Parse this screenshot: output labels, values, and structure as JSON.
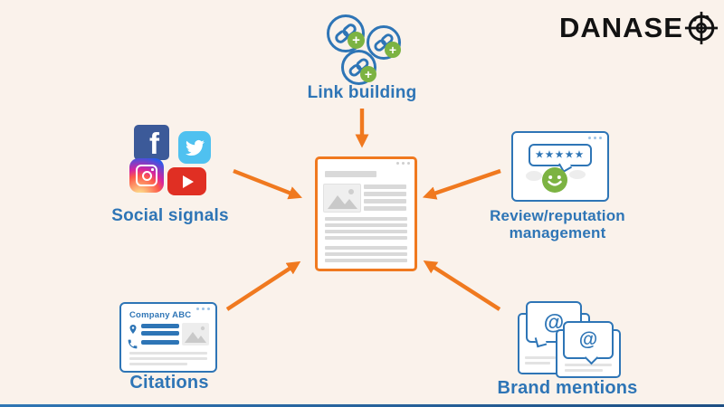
{
  "logo": {
    "text": "DANASE",
    "icon": "target-crosshair"
  },
  "nodes": {
    "link_building": {
      "label": "Link building"
    },
    "social_signals": {
      "label": "Social signals"
    },
    "review_reputation": {
      "label_line1": "Review/reputation",
      "label_line2": "management",
      "stars": "★★★★★"
    },
    "citations": {
      "label": "Citations",
      "listing_title": "Company ABC"
    },
    "brand_mentions": {
      "label": "Brand mentions",
      "at_symbol": "@"
    }
  },
  "glyphs": {
    "plus": "+",
    "facebook_f": "f"
  },
  "colors": {
    "background": "#FAF2EB",
    "arrow_orange": "#F0791F",
    "diagram_blue": "#2E75B6",
    "badge_green": "#7CB342",
    "facebook_blue": "#3C5A99",
    "twitter_blue": "#4FC1F0",
    "youtube_red": "#E02F23",
    "instagram_gradient": [
      "#fdf497",
      "#fd5949",
      "#d6249f",
      "#285AEB"
    ],
    "logo_black": "#121212",
    "placeholder_gray": "#D9D9D9"
  }
}
